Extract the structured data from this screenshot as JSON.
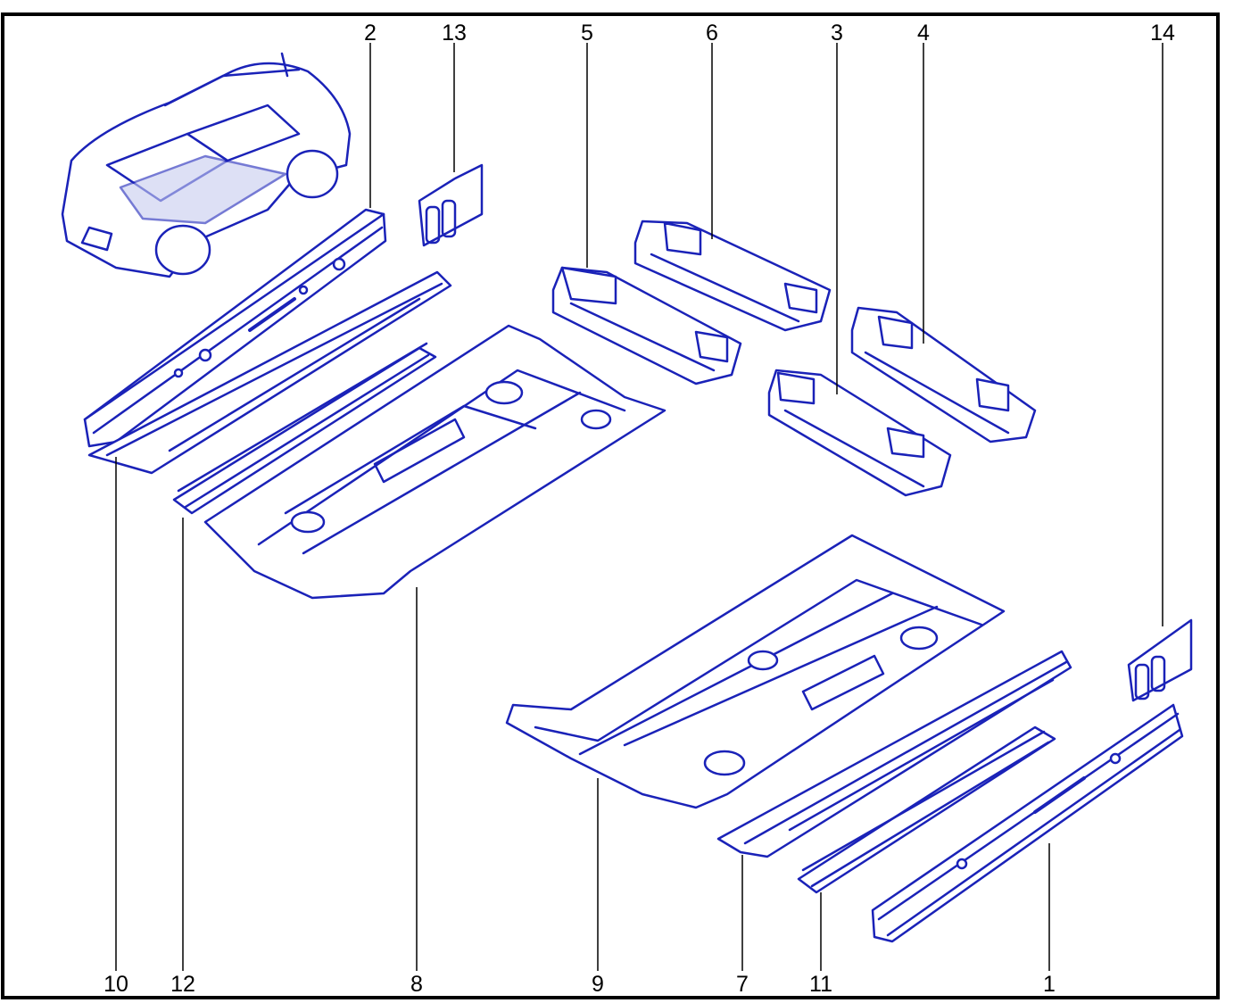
{
  "callouts": {
    "c1": "1",
    "c2": "2",
    "c3": "3",
    "c4": "4",
    "c5": "5",
    "c6": "6",
    "c7": "7",
    "c8": "8",
    "c9": "9",
    "c10": "10",
    "c11": "11",
    "c12": "12",
    "c13": "13",
    "c14": "14"
  },
  "colors": {
    "part_line": "#1a22b8",
    "leader_line": "#000000",
    "frame": "#000000"
  }
}
